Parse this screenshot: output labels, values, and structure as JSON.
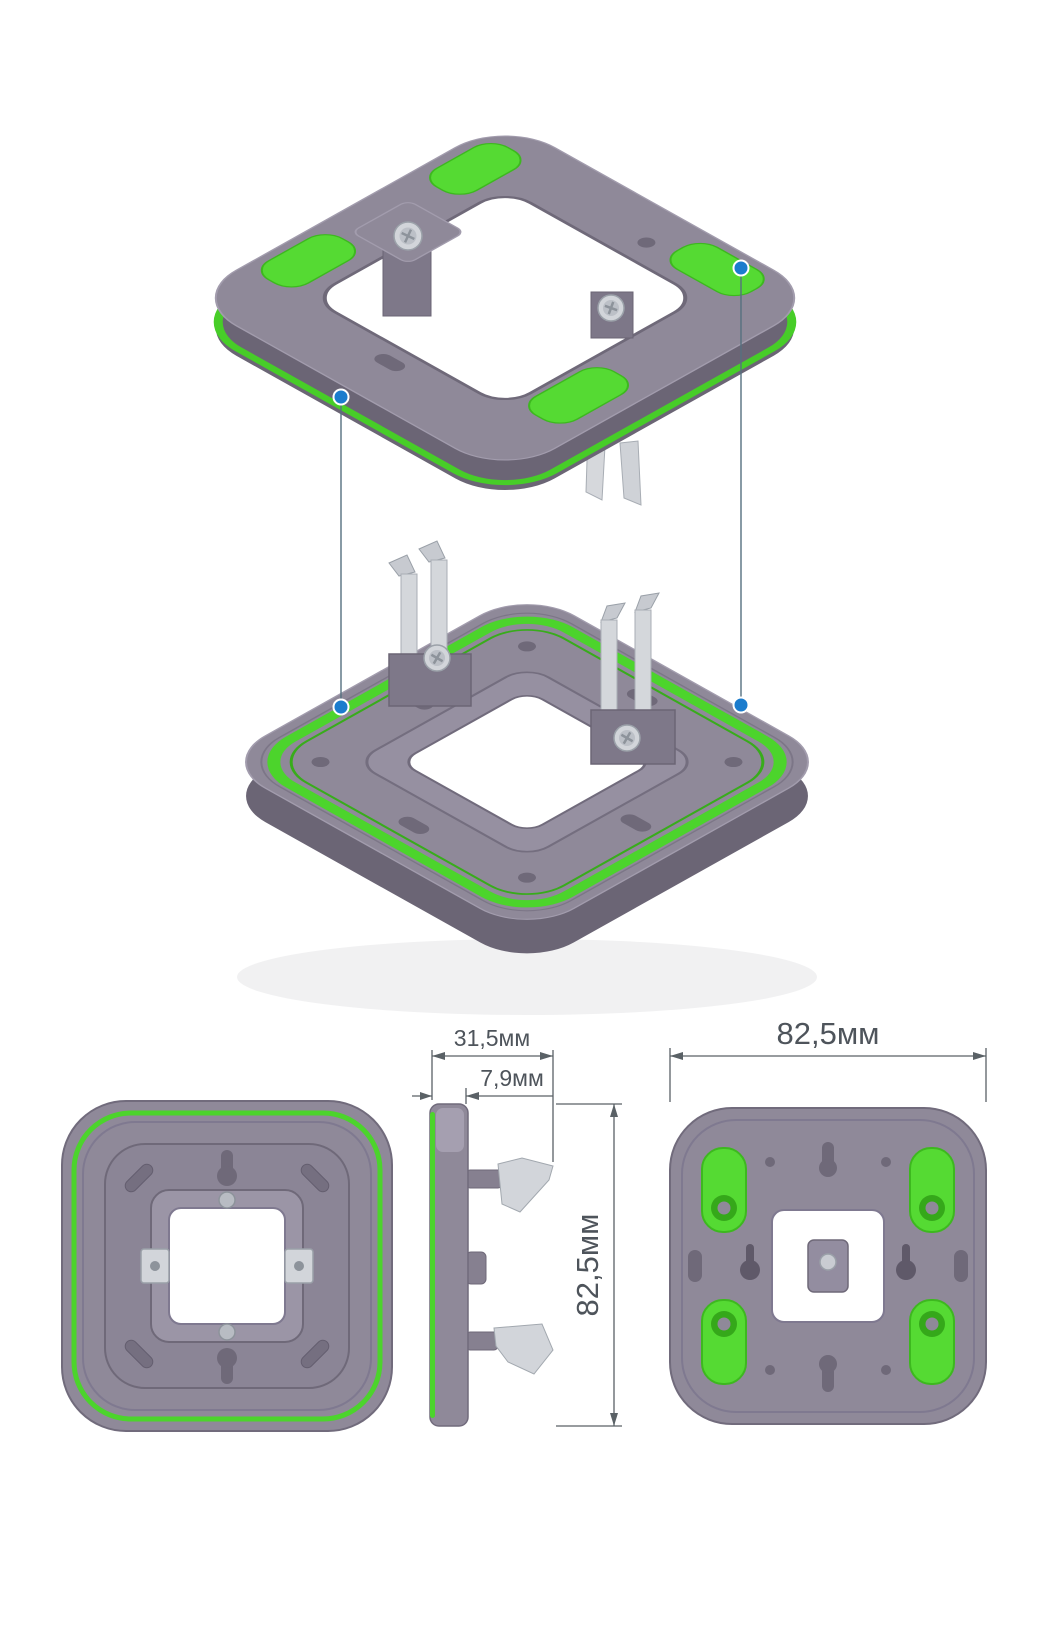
{
  "dimensions": {
    "depth_total": "31,5мм",
    "frame_thickness": "7,9мм",
    "height": "82,5мм",
    "width": "82,5мм"
  },
  "colors": {
    "body_gray": "#8f8999",
    "body_gray_dark": "#6b6575",
    "gasket_green": "#4cd42c",
    "pad_green": "#55da33",
    "metal_gray": "#d2d5da",
    "callout_blue": "#1b7ccd",
    "dimension_line": "#5a6166",
    "dimension_text": "#4e545b",
    "background": "#ffffff"
  },
  "views": {
    "exploded": "exploded-view",
    "front": "front-view",
    "side": "side-view",
    "back": "back-view"
  }
}
